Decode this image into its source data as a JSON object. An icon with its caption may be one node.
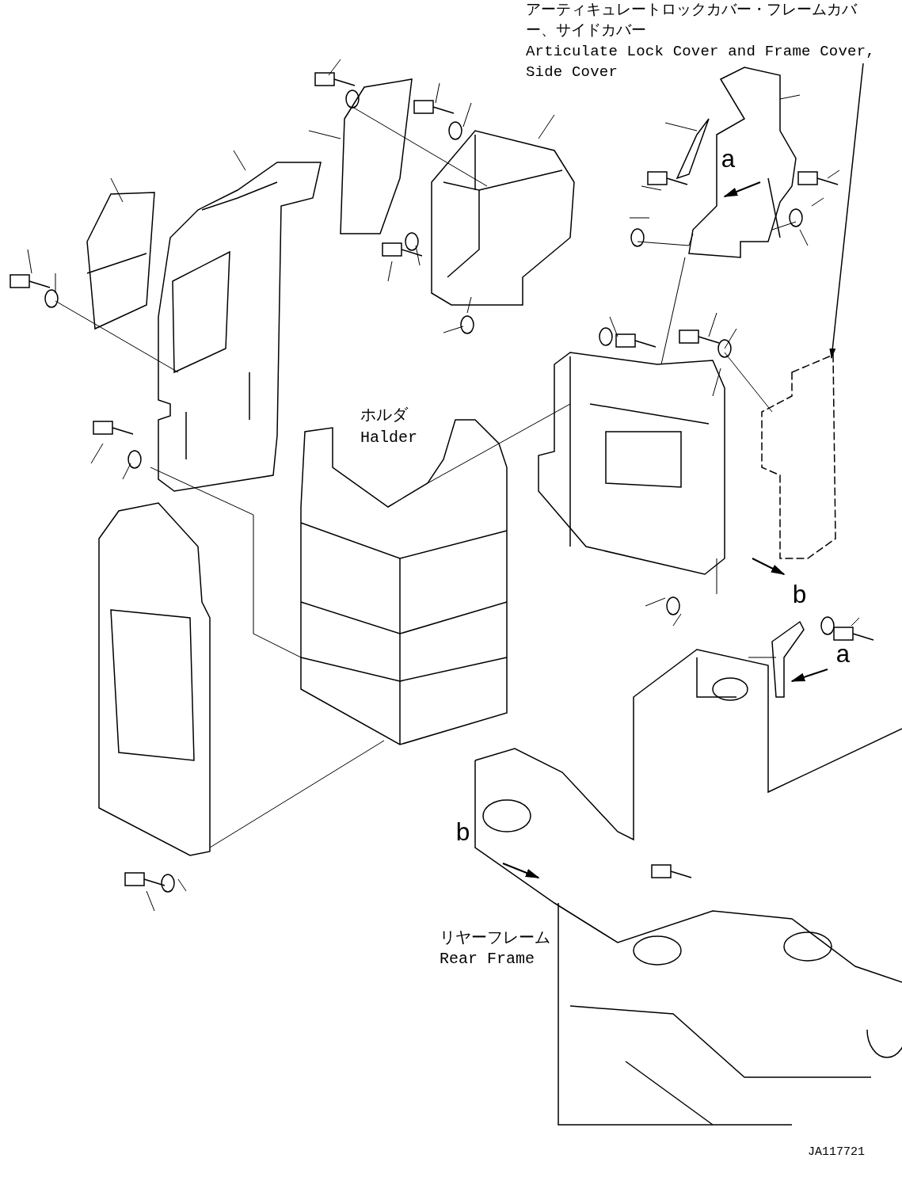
{
  "diagram": {
    "nodes": [
      {
        "text": [
          "アーティキュレートロックカバー・フレームカバー、サイドカバー",
          "Articulate Lock Cover and Frame Cover, Side Cover"
        ]
      },
      {
        "text": [],
        "shape": "picture"
      }
    ],
    "edges": [
      {
        "from": 0,
        "to": 1,
        "arrow": "to"
      }
    ],
    "labels": [
      "a",
      "ホルダ",
      "Halder",
      "b",
      "a",
      "b",
      "リヤーフレーム",
      "Rear Frame",
      "JA117721"
    ]
  }
}
